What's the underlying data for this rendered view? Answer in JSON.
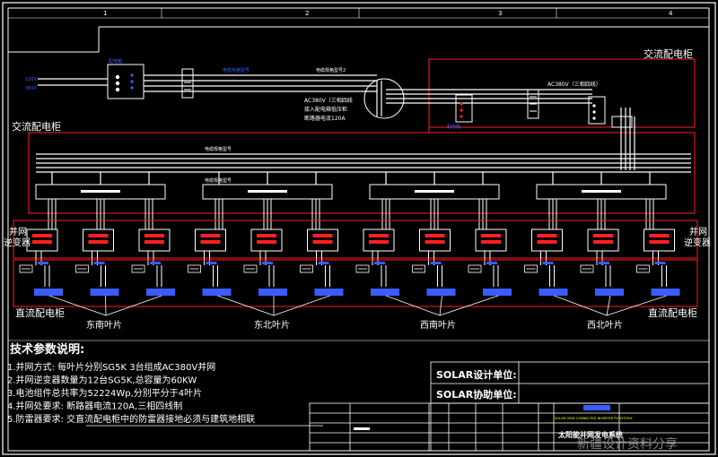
{
  "frame": {
    "col_markers": [
      "1",
      "2",
      "3",
      "4"
    ]
  },
  "diagram": {
    "labels": {
      "ac_cabinet_right": "交流配电柜",
      "ac_cabinet_left": "交流配电柜",
      "inverter_left": "并网\n逆变器",
      "inverter_right": "并网\n逆变器",
      "dc_cabinet_left": "直流配电柜",
      "dc_cabinet_right": "直流配电柜",
      "ac380v_main": "AC380V（三相四线）",
      "ac380v_note_1": "AC380V（三相四线",
      "ac380v_note_2": "接入配电箱低压柜",
      "ac380v_note_3": "断路器电流120A",
      "top_cable_left": "电缆规格型号",
      "top_cable_mid": "电缆规格型号2",
      "busbar_upper": "电缆规格型号",
      "busbar_lower": "电缆规格型号",
      "bottom_left_small": "配电箱",
      "mid_small": "配电箱"
    },
    "leaves": [
      "东南叶片",
      "东北叶片",
      "西南叶片",
      "西北叶片"
    ]
  },
  "tech_notes": {
    "heading": "技术参数说明:",
    "items": [
      "1.并网方式:  每叶片分别SG5K 3台组成AC380V并网",
      "2.并网逆变器数量为12台SG5K,总容量为60KW",
      "3.电池组件总共率为52224Wp,分别平分于4叶片",
      "4.并网处要求:  断路器电流120A,三相四线制",
      "5.防雷器要求:  交直流配电柜中的防雷器接地必须与建筑地相联"
    ]
  },
  "title_block": {
    "solar_design": "SOLAR设计单位:",
    "solar_assist": "SOLAR协助单位:",
    "drawing_title": "太阳能并网发电系统",
    "drawing_title_en": "SOLAR GRID-CONNECTED INVERTER PV SYSTEM",
    "watermark": "新疆设计资料分享"
  },
  "colors": {
    "frame": "#ffffff",
    "red_box": "#ff2020",
    "blue_panel": "#3a5cff",
    "yellow_text": "#ffff00",
    "inverter": "#ff2020"
  }
}
